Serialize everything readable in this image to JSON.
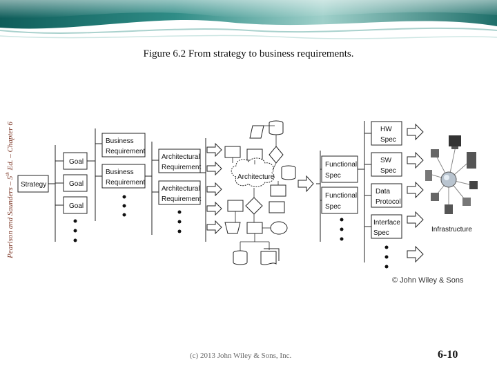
{
  "slide": {
    "title": "Figure 6.2  From strategy to business requirements.",
    "side_label_pre": "Pearlson and Saunders – 5",
    "side_label_sup": "th",
    "side_label_post": " Ed. – Chapter 6",
    "figure_copyright": "© John Wiley & Sons",
    "footer": "(c) 2013 John Wiley & Sons, Inc.",
    "page_number": "6-10"
  },
  "colors": {
    "banner_dark": "#1f6f6a",
    "banner_light": "#d8ebe8",
    "line": "#222222",
    "side_label": "#7a3322"
  },
  "diagram": {
    "strategy": "Strategy",
    "goals": [
      "Goal",
      "Goal",
      "Goal"
    ],
    "business_requirements": [
      [
        "Business",
        "Requirement"
      ],
      [
        "Business",
        "Requirement"
      ]
    ],
    "architectural_requirements": [
      [
        "Architectural",
        "Requirement"
      ],
      [
        "Architectural",
        "Requirement"
      ]
    ],
    "architecture": "Architecture",
    "functional_specs": [
      [
        "Functional",
        "Spec"
      ],
      [
        "Functional",
        "Spec"
      ]
    ],
    "detail_specs": [
      [
        "HW",
        "Spec"
      ],
      [
        "SW",
        "Spec"
      ],
      [
        "Data",
        "Protocol"
      ],
      [
        "Interface",
        "Spec"
      ]
    ],
    "infrastructure": "Infrastructure"
  }
}
